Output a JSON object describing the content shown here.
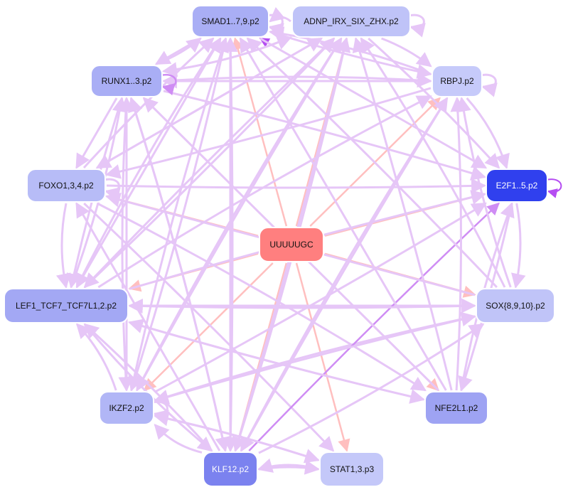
{
  "palette": {
    "edge_light": "#e6c6f7",
    "edge_pink": "#ffbfbf",
    "edge_strong": "#b54df2",
    "center_fill": "#ff7f7f"
  },
  "nodes": [
    {
      "id": "smad",
      "label": "SMAD1..7,9.p2",
      "fill": "#a9aef5",
      "text": "#111111"
    },
    {
      "id": "adnp",
      "label": "ADNP_IRX_SIX_ZHX.p2",
      "fill": "#bfc3f8",
      "text": "#111111"
    },
    {
      "id": "runx",
      "label": "RUNX1..3.p2",
      "fill": "#a9aef5",
      "text": "#111111"
    },
    {
      "id": "rbpj",
      "label": "RBPJ.p2",
      "fill": "#c6cafa",
      "text": "#111111"
    },
    {
      "id": "foxo",
      "label": "FOXO1,3,4.p2",
      "fill": "#b7bcf7",
      "text": "#111111"
    },
    {
      "id": "e2f",
      "label": "E2F1..5.p2",
      "fill": "#3040ee",
      "text": "#ffffff"
    },
    {
      "id": "uuu",
      "label": "UUUUUGC",
      "fill": "#ff7f7f",
      "text": "#111111"
    },
    {
      "id": "lef",
      "label": "LEF1_TCF7_TCF7L1,2.p2",
      "fill": "#a3a8f4",
      "text": "#111111"
    },
    {
      "id": "sox",
      "label": "SOX{8,9,10}.p2",
      "fill": "#c0c4f8",
      "text": "#111111"
    },
    {
      "id": "ikzf",
      "label": "IKZF2.p2",
      "fill": "#b1b6f6",
      "text": "#111111"
    },
    {
      "id": "nfe",
      "label": "NFE2L1.p2",
      "fill": "#9ea3f3",
      "text": "#111111"
    },
    {
      "id": "klf",
      "label": "KLF12.p2",
      "fill": "#7b82ef",
      "text": "#ffffff"
    },
    {
      "id": "stat",
      "label": "STAT1,3.p3",
      "fill": "#c4c8f9",
      "text": "#111111"
    }
  ],
  "edges": [
    {
      "from": "uuu",
      "to": "smad",
      "kind": "pink"
    },
    {
      "from": "uuu",
      "to": "adnp",
      "kind": "pink"
    },
    {
      "from": "uuu",
      "to": "runx",
      "kind": "pink"
    },
    {
      "from": "uuu",
      "to": "rbpj",
      "kind": "pink"
    },
    {
      "from": "uuu",
      "to": "foxo",
      "kind": "pink"
    },
    {
      "from": "uuu",
      "to": "e2f",
      "kind": "pink"
    },
    {
      "from": "uuu",
      "to": "lef",
      "kind": "pink"
    },
    {
      "from": "uuu",
      "to": "sox",
      "kind": "pink"
    },
    {
      "from": "uuu",
      "to": "ikzf",
      "kind": "pink"
    },
    {
      "from": "uuu",
      "to": "nfe",
      "kind": "pink"
    },
    {
      "from": "uuu",
      "to": "klf",
      "kind": "pink"
    },
    {
      "from": "uuu",
      "to": "stat",
      "kind": "pink"
    },
    {
      "from": "e2f",
      "to": "smad",
      "kind": "strong"
    },
    {
      "from": "runx",
      "to": "smad",
      "kind": "light"
    },
    {
      "from": "runx",
      "to": "adnp",
      "kind": "light"
    },
    {
      "from": "runx",
      "to": "rbpj",
      "kind": "light"
    },
    {
      "from": "runx",
      "to": "e2f",
      "kind": "light"
    },
    {
      "from": "runx",
      "to": "foxo",
      "kind": "light"
    },
    {
      "from": "runx",
      "to": "lef",
      "kind": "light"
    },
    {
      "from": "runx",
      "to": "ikzf",
      "kind": "light"
    },
    {
      "from": "runx",
      "to": "klf",
      "kind": "light"
    },
    {
      "from": "foxo",
      "to": "smad",
      "kind": "light"
    },
    {
      "from": "foxo",
      "to": "adnp",
      "kind": "light"
    },
    {
      "from": "foxo",
      "to": "e2f",
      "kind": "light"
    },
    {
      "from": "foxo",
      "to": "lef",
      "kind": "light"
    },
    {
      "from": "foxo",
      "to": "nfe",
      "kind": "light"
    },
    {
      "from": "foxo",
      "to": "stat",
      "kind": "light"
    },
    {
      "from": "lef",
      "to": "smad",
      "kind": "light"
    },
    {
      "from": "lef",
      "to": "adnp",
      "kind": "light"
    },
    {
      "from": "lef",
      "to": "runx",
      "kind": "light"
    },
    {
      "from": "lef",
      "to": "rbpj",
      "kind": "light"
    },
    {
      "from": "lef",
      "to": "e2f",
      "kind": "light"
    },
    {
      "from": "lef",
      "to": "sox",
      "kind": "light"
    },
    {
      "from": "lef",
      "to": "nfe",
      "kind": "light"
    },
    {
      "from": "lef",
      "to": "klf",
      "kind": "light"
    },
    {
      "from": "ikzf",
      "to": "smad",
      "kind": "light"
    },
    {
      "from": "ikzf",
      "to": "adnp",
      "kind": "light"
    },
    {
      "from": "ikzf",
      "to": "runx",
      "kind": "light"
    },
    {
      "from": "ikzf",
      "to": "e2f",
      "kind": "light"
    },
    {
      "from": "ikzf",
      "to": "lef",
      "kind": "light"
    },
    {
      "from": "ikzf",
      "to": "sox",
      "kind": "light"
    },
    {
      "from": "ikzf",
      "to": "stat",
      "kind": "light"
    },
    {
      "from": "klf",
      "to": "smad",
      "kind": "light"
    },
    {
      "from": "klf",
      "to": "adnp",
      "kind": "light"
    },
    {
      "from": "klf",
      "to": "runx",
      "kind": "light"
    },
    {
      "from": "klf",
      "to": "rbpj",
      "kind": "light"
    },
    {
      "from": "klf",
      "to": "e2f",
      "kind": "strong_light"
    },
    {
      "from": "klf",
      "to": "foxo",
      "kind": "light"
    },
    {
      "from": "klf",
      "to": "lef",
      "kind": "light"
    },
    {
      "from": "klf",
      "to": "sox",
      "kind": "light"
    },
    {
      "from": "klf",
      "to": "ikzf",
      "kind": "light"
    },
    {
      "from": "klf",
      "to": "stat",
      "kind": "light"
    },
    {
      "from": "nfe",
      "to": "smad",
      "kind": "light"
    },
    {
      "from": "nfe",
      "to": "adnp",
      "kind": "light"
    },
    {
      "from": "nfe",
      "to": "rbpj",
      "kind": "light"
    },
    {
      "from": "nfe",
      "to": "e2f",
      "kind": "light"
    },
    {
      "from": "nfe",
      "to": "lef",
      "kind": "light"
    },
    {
      "from": "nfe",
      "to": "runx",
      "kind": "light"
    },
    {
      "from": "sox",
      "to": "smad",
      "kind": "light"
    },
    {
      "from": "sox",
      "to": "adnp",
      "kind": "light"
    },
    {
      "from": "sox",
      "to": "rbpj",
      "kind": "light"
    },
    {
      "from": "sox",
      "to": "lef",
      "kind": "light"
    },
    {
      "from": "sox",
      "to": "foxo",
      "kind": "light"
    },
    {
      "from": "sox",
      "to": "ikzf",
      "kind": "light"
    },
    {
      "from": "rbpj",
      "to": "smad",
      "kind": "light"
    },
    {
      "from": "rbpj",
      "to": "e2f",
      "kind": "light"
    },
    {
      "from": "rbpj",
      "to": "foxo",
      "kind": "light"
    },
    {
      "from": "rbpj",
      "to": "runx",
      "kind": "light"
    },
    {
      "from": "rbpj",
      "to": "klf",
      "kind": "light"
    },
    {
      "from": "adnp",
      "to": "smad",
      "kind": "light"
    },
    {
      "from": "adnp",
      "to": "runx",
      "kind": "light"
    },
    {
      "from": "adnp",
      "to": "rbpj",
      "kind": "light"
    },
    {
      "from": "adnp",
      "to": "foxo",
      "kind": "light"
    },
    {
      "from": "adnp",
      "to": "lef",
      "kind": "light"
    },
    {
      "from": "adnp",
      "to": "ikzf",
      "kind": "light"
    },
    {
      "from": "adnp",
      "to": "klf",
      "kind": "light"
    },
    {
      "from": "adnp",
      "to": "e2f",
      "kind": "light"
    },
    {
      "from": "smad",
      "to": "runx",
      "kind": "light"
    },
    {
      "from": "smad",
      "to": "rbpj",
      "kind": "light"
    },
    {
      "from": "smad",
      "to": "lef",
      "kind": "light"
    },
    {
      "from": "smad",
      "to": "ikzf",
      "kind": "light"
    },
    {
      "from": "smad",
      "to": "klf",
      "kind": "light"
    },
    {
      "from": "smad",
      "to": "e2f",
      "kind": "light"
    },
    {
      "from": "stat",
      "to": "ikzf",
      "kind": "light"
    },
    {
      "from": "stat",
      "to": "klf",
      "kind": "light"
    },
    {
      "from": "e2f",
      "to": "sox",
      "kind": "light"
    },
    {
      "from": "e2f",
      "to": "nfe",
      "kind": "light"
    }
  ],
  "self_loops": [
    {
      "node": "smad",
      "kind": "light"
    },
    {
      "node": "adnp",
      "kind": "light"
    },
    {
      "node": "runx",
      "kind": "strong_light"
    },
    {
      "node": "rbpj",
      "kind": "light"
    },
    {
      "node": "foxo",
      "kind": "light"
    },
    {
      "node": "e2f",
      "kind": "strong"
    },
    {
      "node": "ikzf",
      "kind": "light"
    }
  ]
}
